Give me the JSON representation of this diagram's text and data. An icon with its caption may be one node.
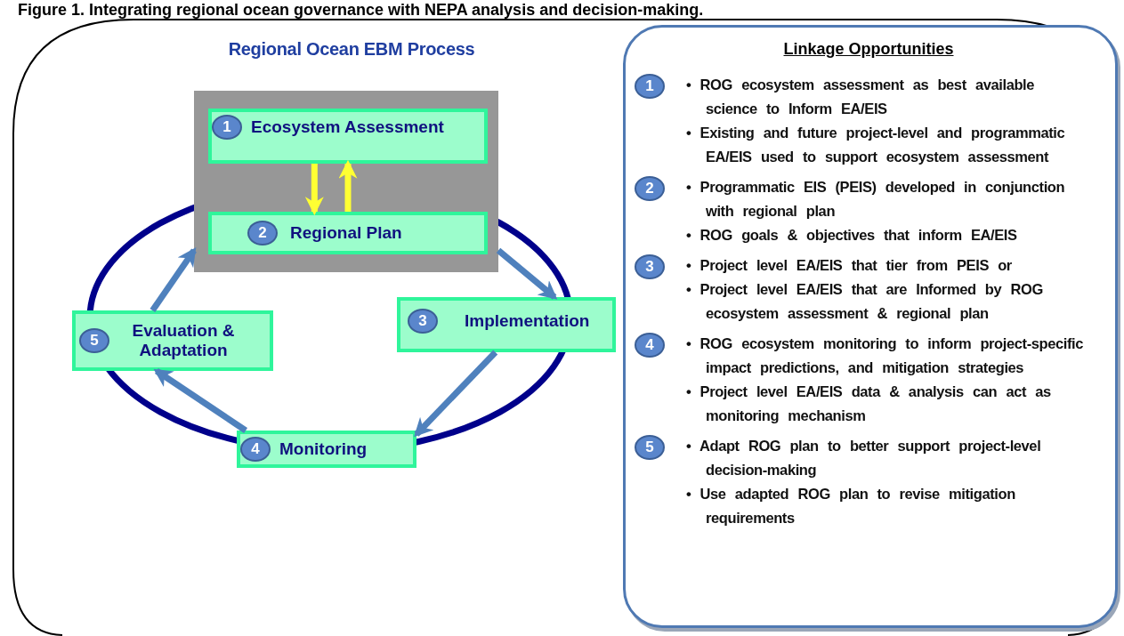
{
  "diagram": {
    "title": "Figure 1. Integrating regional ocean governance with NEPA analysis and decision-making.",
    "nodes": [
      {
        "text": [],
        "shape": "box"
      },
      {
        "text": [
          "1",
          "Ecosystem Assessment"
        ],
        "in": 0
      },
      {
        "text": [
          "2",
          "Regional Plan"
        ],
        "in": 0
      },
      {
        "text": [
          "3",
          "Implementation"
        ]
      },
      {
        "text": [
          "4",
          "Monitoring"
        ]
      },
      {
        "text": [
          "5",
          "Evaluation & Adaptation"
        ]
      },
      {
        "text": [
          "Linkage Opportunities"
        ]
      },
      {
        "text": [
          "1"
        ],
        "in": 6,
        "beside": [
          "• ROG ecosystem assessment as best available science to Inform EA/EIS",
          "• Existing and future project-level and programmatic EA/EIS used to support ecosystem assessment"
        ]
      },
      {
        "text": [
          "2"
        ],
        "in": 6,
        "beside": [
          "• Programmatic EIS (PEIS) developed in conjunction with regional plan",
          "• ROG goals & objectives that inform EA/EIS"
        ]
      },
      {
        "text": [
          "3"
        ],
        "in": 6,
        "beside": [
          "• Project level EA/EIS that tier from PEIS or",
          "• Project level EA/EIS that are Informed by ROG ecosystem assessment & regional plan"
        ]
      },
      {
        "text": [
          "4"
        ],
        "in": 6,
        "beside": [
          "• ROG ecosystem monitoring to inform project-specific impact predictions, and mitigation strategies",
          "• Project level EA/EIS data & analysis can act as monitoring mechanism"
        ]
      },
      {
        "text": [
          "5"
        ],
        "in": 6,
        "beside": [
          "• Adapt ROG plan to better support project-level decision-making",
          "• Use adapted ROG plan to revise mitigation requirements"
        ]
      }
    ],
    "edges": [
      {
        "from": 1,
        "to": 2,
        "arrow": "to",
        "color": "#ffff33"
      },
      {
        "from": 2,
        "to": 1,
        "arrow": "to",
        "color": "#ffff33"
      },
      {
        "from": 0,
        "to": 3,
        "arrow": "to"
      },
      {
        "from": 3,
        "to": 4,
        "arrow": "to"
      },
      {
        "from": 4,
        "to": 5,
        "arrow": "to"
      },
      {
        "from": 5,
        "to": 0,
        "arrow": "to"
      }
    ],
    "labels": [
      "Regional Ocean EBM Process"
    ]
  }
}
